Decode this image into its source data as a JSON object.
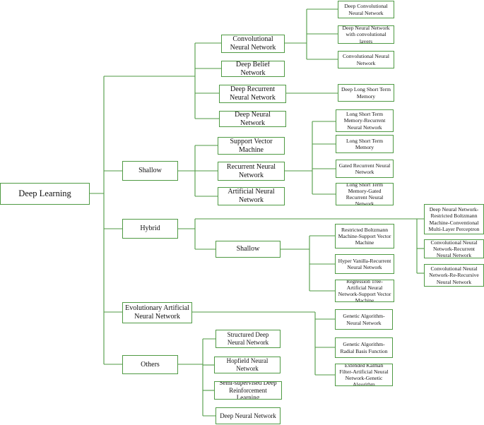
{
  "root": {
    "label": "Deep Learning"
  },
  "deep": {
    "cnn": "Convolutional Neural Network",
    "cnn_children": [
      "Deep Convolutional Neural Network",
      "Deep Neural Network with convolutional layers",
      "Convolutional Neural Network"
    ],
    "dbn": "Deep Belief Network",
    "drnn": "Deep Recurrent Neural Network",
    "drnn_children": [
      "Deep Long Short Term Memory"
    ],
    "dnn": "Deep Neural Network"
  },
  "shallow": {
    "label": "Shallow",
    "svm": "Support Vector Machine",
    "rnn": "Recurrent Neural Network",
    "rnn_children": [
      "Long Short Term Memory-Recurrent Neural Network",
      "Long Short Term Memory",
      "Gated Recurrent Neural Network",
      "Long Short Term Memory-Gated Recurrent Neural Network"
    ],
    "ann": "Artificial Neural Network"
  },
  "hybrid": {
    "label": "Hybrid",
    "deep_children": [
      "Deep Neural Network-Restricted Boltzmann Machine-Conventional Multi-Layer Perceptron",
      "Convolutional Neural Network-Recurrent Neural Network",
      "Convolutional Neural Network-Re-Recursive Neural Network"
    ],
    "shallow_label": "Shallow",
    "shallow_children": [
      "Restricted Boltzmann Machine-Support Vector Machine",
      "Hyper Vanilla-Recurrent Neural Network",
      "Regression Tree-Artificial Neural Network-Support Vector Machine"
    ]
  },
  "eann": {
    "label": "Evolutionary Artificial Neural Network",
    "children": [
      "Genetic Algorithm- Neural Network",
      "Genetic Algorithm-Radial Basis Function",
      "Extended Kalman Filter-Artificial Neural Network-Genetic Algorithm"
    ]
  },
  "others": {
    "label": "Others",
    "children": [
      "Structured Deep Neural Network",
      "Hopfield  Neural Network",
      "Semi-supervised Deep Reinforcement Learning",
      "Deep Neural Network"
    ]
  },
  "colors": {
    "border": "#4f9a43",
    "line": "#4f9a43"
  }
}
